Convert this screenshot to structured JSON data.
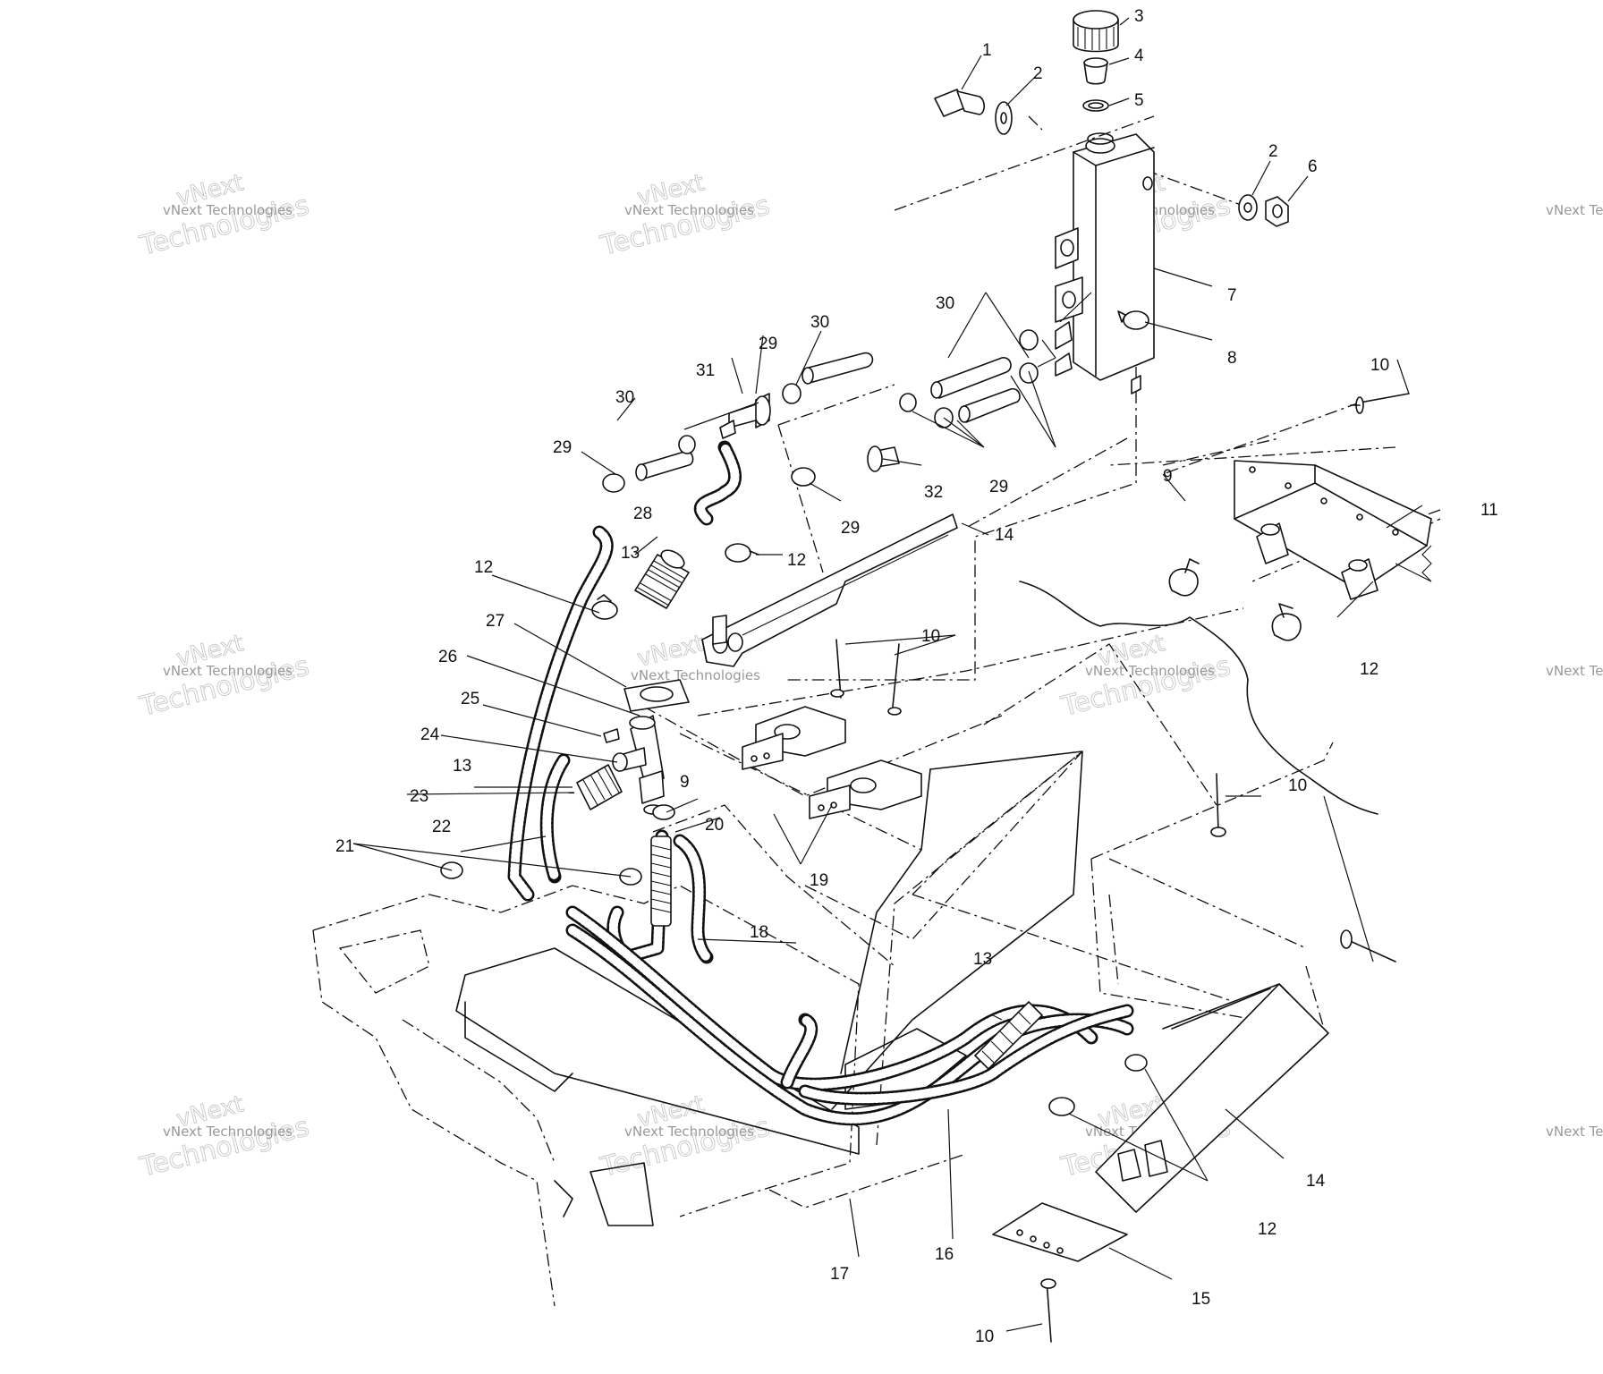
{
  "watermark": {
    "line1": "vNext",
    "line2": "vNext Technologies",
    "line3": "Technologies"
  },
  "callouts": {
    "c1": "1",
    "c2a": "2",
    "c2b": "2",
    "c3": "3",
    "c4": "4",
    "c5": "5",
    "c6": "6",
    "c7": "7",
    "c8": "8",
    "c9a": "9",
    "c9b": "9",
    "c10a": "10",
    "c10b": "10",
    "c10c": "10",
    "c10d": "10",
    "c11": "11",
    "c12a": "12",
    "c12b": "12",
    "c12c": "12",
    "c12d": "12",
    "c13a": "13",
    "c13b": "13",
    "c13c": "13",
    "c14a": "14",
    "c14b": "14",
    "c15": "15",
    "c16": "16",
    "c17": "17",
    "c18": "18",
    "c19": "19",
    "c20": "20",
    "c21": "21",
    "c22": "22",
    "c23": "23",
    "c24": "24",
    "c25": "25",
    "c26": "26",
    "c27": "27",
    "c28": "28",
    "c29a": "29",
    "c29b": "29",
    "c29c": "29",
    "c29d": "29",
    "c30a": "30",
    "c30b": "30",
    "c30c": "30",
    "c31": "31",
    "c32": "32"
  }
}
